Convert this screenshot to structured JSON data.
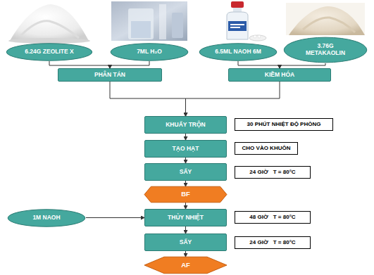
{
  "diagram": {
    "nodes": [
      {
        "text": [
          "6.24G ZEOLITE X"
        ]
      },
      {
        "text": [
          "7ML H₂O"
        ]
      },
      {
        "text": [
          "6.5ML NAOH 6M"
        ]
      },
      {
        "text": [
          "3.76G METAKAOLIN"
        ]
      },
      {
        "text": [
          "PHÂN TÁN"
        ]
      },
      {
        "text": [
          "KIỀM HÓA"
        ]
      },
      {
        "text": [
          "KHUẤY TRỘN"
        ]
      },
      {
        "text": [
          "30 PHÚT NHIỆT ĐỘ PHÒNG"
        ]
      },
      {
        "text": [
          "TẠO HẠT"
        ]
      },
      {
        "text": [
          "CHO VÀO KHUÔN"
        ]
      },
      {
        "text": [
          "SẤY"
        ]
      },
      {
        "text": [
          "24 GIỜ",
          "T = 80°C"
        ]
      },
      {
        "text": [
          "BF"
        ]
      },
      {
        "text": [
          "1M NAOH"
        ]
      },
      {
        "text": [
          "THỦY NHIỆT"
        ]
      },
      {
        "text": [
          "48 GIỜ",
          "T = 80°C"
        ]
      },
      {
        "text": [
          "SẤY"
        ]
      },
      {
        "text": [
          "24 GIỜ",
          "T = 80°C"
        ]
      },
      {
        "text": [
          "AF"
        ]
      }
    ],
    "edges": [
      {
        "from": 0,
        "to": 4,
        "arrow": "to"
      },
      {
        "from": 1,
        "to": 4,
        "arrow": "to"
      },
      {
        "from": 2,
        "to": 5,
        "arrow": "to"
      },
      {
        "from": 3,
        "to": 5,
        "arrow": "to"
      },
      {
        "from": 4,
        "to": 6,
        "arrow": "to"
      },
      {
        "from": 5,
        "to": 6,
        "arrow": "to"
      },
      {
        "from": 6,
        "to": 8,
        "arrow": "to"
      },
      {
        "from": 8,
        "to": 10,
        "arrow": "to"
      },
      {
        "from": 10,
        "to": 12,
        "arrow": "to"
      },
      {
        "from": 12,
        "to": 14,
        "arrow": "to"
      },
      {
        "from": 13,
        "to": 14,
        "arrow": "to"
      },
      {
        "from": 14,
        "to": 16,
        "arrow": "to"
      },
      {
        "from": 16,
        "to": 18,
        "arrow": "to"
      }
    ]
  }
}
